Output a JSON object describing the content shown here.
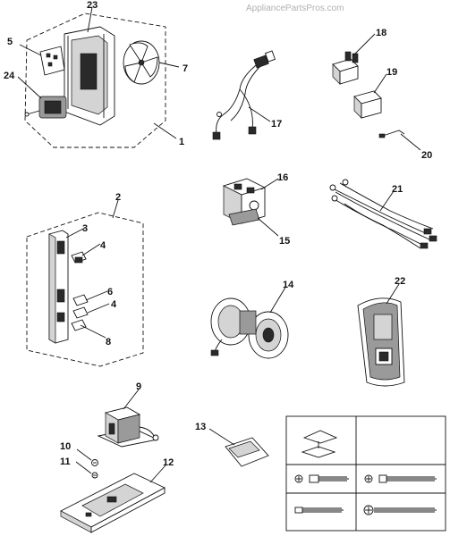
{
  "watermark": "AppliancePartsPros.com",
  "callouts": {
    "c1": "1",
    "c2": "2",
    "c3": "3",
    "c4a": "4",
    "c4b": "4",
    "c5": "5",
    "c6": "6",
    "c7": "7",
    "c8": "8",
    "c9": "9",
    "c10": "10",
    "c11": "11",
    "c12": "12",
    "c13": "13",
    "c14": "14",
    "c15": "15",
    "c16": "16",
    "c17": "17",
    "c18": "18",
    "c19": "19",
    "c20": "20",
    "c21": "21",
    "c22": "22",
    "c23": "23",
    "c24": "24"
  },
  "icons": {
    "fan-assembly": "fan-assembly-icon",
    "fan-blade": "fan-blade-icon",
    "motor": "motor-icon",
    "harness": "wire-harness-icon",
    "switch": "switch-icon",
    "capacitor": "capacitor-icon",
    "magnetron": "magnetron-icon",
    "blower": "blower-icon",
    "panel": "control-panel-icon",
    "transformer": "transformer-icon",
    "base-plate": "base-plate-icon",
    "hardware-bag": "hardware-bag-icon",
    "screw": "screw-icon"
  }
}
